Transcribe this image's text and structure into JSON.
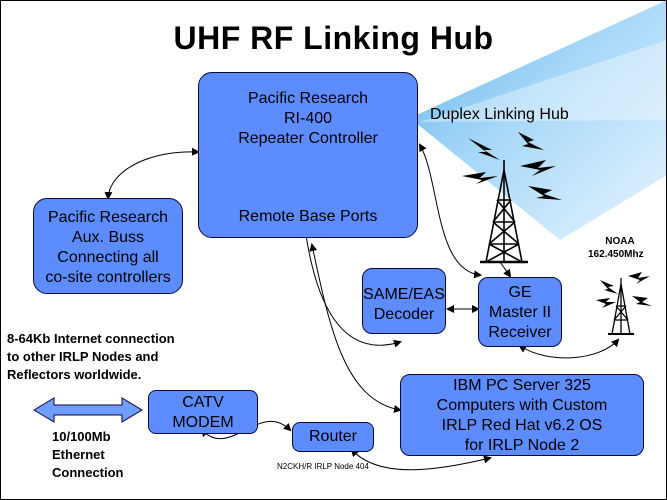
{
  "title": "UHF RF Linking Hub",
  "controller": {
    "lines": [
      "Pacific Research",
      "RI-400",
      "Repeater Controller"
    ],
    "ports_label": "Remote Base Ports"
  },
  "aux_buss": {
    "lines": [
      "Pacific Research",
      "Aux. Buss",
      "Connecting all",
      "co-site controllers"
    ]
  },
  "same_eas": {
    "lines": [
      "SAME/EAS",
      "Decoder"
    ]
  },
  "ge_receiver": {
    "lines": [
      "GE",
      "Master II",
      "Receiver"
    ]
  },
  "ibm_server": {
    "lines": [
      "IBM PC Server 325",
      "Computers with Custom",
      "IRLP Red Hat v6.2 OS",
      "for IRLP Node 2"
    ]
  },
  "catv_modem": {
    "lines": [
      "CATV",
      "MODEM"
    ]
  },
  "router": {
    "label": "Router"
  },
  "labels": {
    "duplex_hub": "Duplex Linking Hub",
    "noaa": "NOAA",
    "noaa_freq": "162.450Mhz",
    "internet": [
      "8-64Kb Internet connection",
      "to other IRLP Nodes and",
      "Reflectors worldwide."
    ],
    "ethernet": [
      "10/100Mb",
      "Ethernet",
      "Connection"
    ],
    "node_caption": "N2CKH/R IRLP Node 404"
  },
  "colors": {
    "box_fill": "#5c8cff",
    "beam_light": "#cfeaff",
    "beam_dark": "#4fa8e6",
    "arrow_blue": "#6f9cff"
  }
}
